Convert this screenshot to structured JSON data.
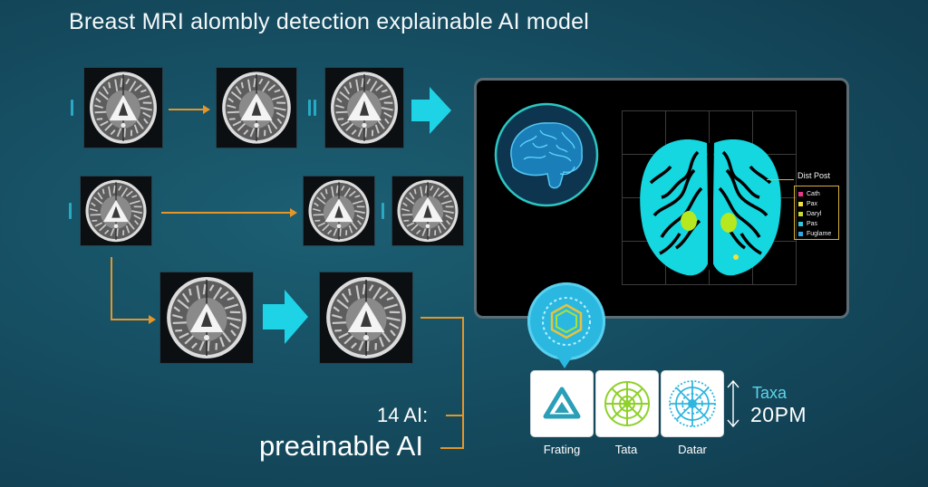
{
  "title": "Breast MRI alombly detection explainable AI model",
  "scans": [
    {
      "id": "r1c1"
    },
    {
      "id": "r1c2"
    },
    {
      "id": "r1c3"
    },
    {
      "id": "r2c1"
    },
    {
      "id": "r2c2"
    },
    {
      "id": "r2c3"
    },
    {
      "id": "r3c1"
    },
    {
      "id": "r3c2"
    }
  ],
  "heatmap": {
    "legend_title": "Dist Post",
    "legend": [
      {
        "label": "Cath",
        "color": "#e8388c"
      },
      {
        "label": "Pax",
        "color": "#f2e23a"
      },
      {
        "label": "Daryl",
        "color": "#c6dc2e"
      },
      {
        "label": "Pas",
        "color": "#2fc9de"
      },
      {
        "label": "Fuglame",
        "color": "#2fa9e6"
      }
    ],
    "brain_fill": "#14d7e0",
    "highlight_color": "#b5e81f"
  },
  "cards": [
    {
      "label": "Frating",
      "icon": "triangle-icon"
    },
    {
      "label": "Tata",
      "icon": "green-mandala-icon"
    },
    {
      "label": "Datar",
      "icon": "blue-mandala-icon"
    }
  ],
  "readout": {
    "label": "Taxa",
    "value": "20PM"
  },
  "ai_count": "14 AI:",
  "ai_name": "preainable AI",
  "colors": {
    "accent_orange": "#e4962a",
    "accent_cyan": "#1fd3e6"
  }
}
